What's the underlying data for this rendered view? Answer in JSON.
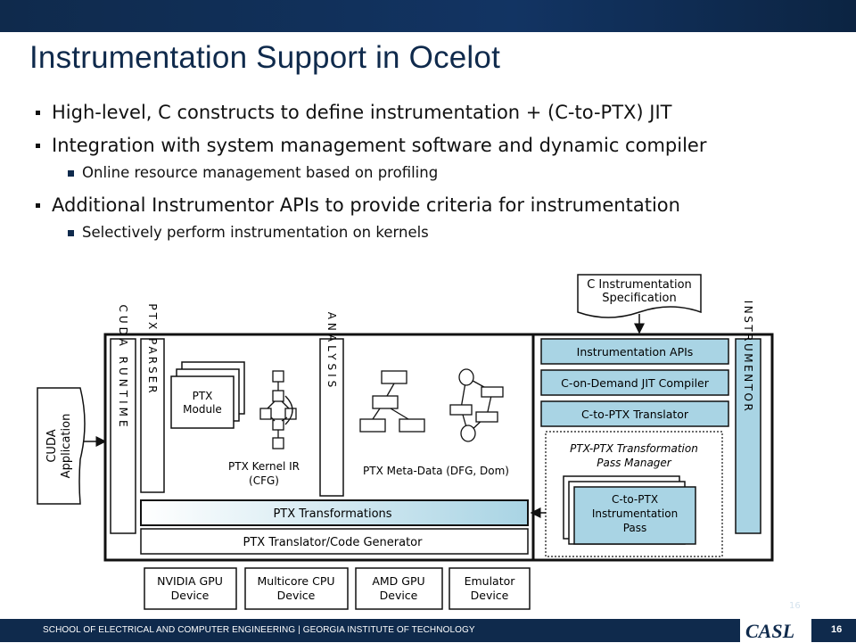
{
  "slide": {
    "title": "Instrumentation Support in Ocelot",
    "bullets": [
      {
        "text": "High-level, C constructs to define instrumentation + (C-to-PTX) JIT",
        "sub": []
      },
      {
        "text": "Integration with system management software and dynamic compiler",
        "sub": [
          "Online resource management based on profiling"
        ]
      },
      {
        "text": "Additional Instrumentor APIs to provide criteria for instrumentation",
        "sub": [
          "Selectively perform instrumentation on kernels"
        ]
      }
    ],
    "footer": "SCHOOL OF ELECTRICAL AND COMPUTER ENGINEERING | GEORGIA INSTITUTE OF TECHNOLOGY",
    "logo": "CASL",
    "page_number": "16",
    "faint_page_number": "16"
  },
  "diagram": {
    "c_instr_spec": [
      "C Instrumentation",
      "Specification"
    ],
    "cuda_app": [
      "CUDA",
      "Application"
    ],
    "cuda_runtime": "CUDA RUNTIME",
    "ptx_parser": "PTX PARSER",
    "ptx_module": [
      "PTX",
      "Module"
    ],
    "ptx_kernel_ir": [
      "PTX Kernel IR",
      "(CFG)"
    ],
    "analysis": "ANALYSIS",
    "ptx_meta_data": "PTX Meta-Data (DFG, Dom)",
    "ptx_transformations": "PTX Transformations",
    "ptx_translator": "PTX Translator/Code Generator",
    "instrumentation_apis": "Instrumentation APIs",
    "c_on_demand_jit": "C-on-Demand JIT Compiler",
    "c_to_ptx_translator": "C-to-PTX Translator",
    "pass_manager": [
      "PTX-PTX Transformation",
      "Pass Manager"
    ],
    "instrumentation_pass": [
      "C-to-PTX",
      "Instrumentation",
      "Pass"
    ],
    "instrumentor": "INSTRUMENTOR",
    "devices": [
      [
        "NVIDIA GPU",
        "Device"
      ],
      [
        "Multicore CPU",
        "Device"
      ],
      [
        "AMD GPU",
        "Device"
      ],
      [
        "Emulator",
        "Device"
      ]
    ],
    "colors": {
      "accent": "#a9d4e4",
      "navy": "#0f2a4c",
      "grad_start": "#ffffff",
      "grad_end": "#a9d4e4"
    }
  }
}
